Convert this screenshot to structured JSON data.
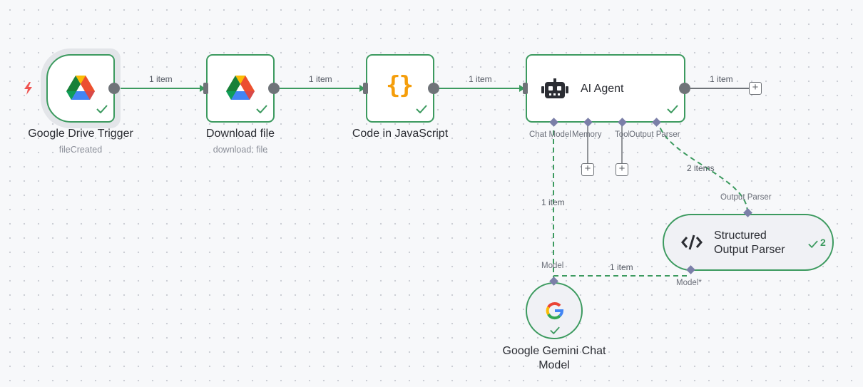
{
  "nodes": {
    "trigger": {
      "title": "Google Drive Trigger",
      "subtitle": "fileCreated",
      "icon": "google-drive-icon"
    },
    "download": {
      "title": "Download file",
      "subtitle": "download: file",
      "icon": "google-drive-icon"
    },
    "code": {
      "title": "Code in JavaScript",
      "icon": "curly-braces-icon"
    },
    "agent": {
      "title": "AI Agent",
      "icon": "robot-icon",
      "ports": {
        "chat_model": "Chat Model",
        "memory": "Memory",
        "tool": "Tool",
        "output_parser": "Output Parser"
      }
    },
    "parser": {
      "title_line1": "Structured",
      "title_line2": "Output Parser",
      "icon": "code-icon",
      "run_count": "2",
      "port_top": "Output Parser",
      "port_bottom": "Model*"
    },
    "gemini": {
      "title_line1": "Google Gemini Chat",
      "title_line2": "Model",
      "icon": "google-g-icon",
      "port_top": "Model"
    }
  },
  "edges": {
    "trigger_download": "1 item",
    "download_code": "1 item",
    "code_agent": "1 item",
    "agent_out": "1 item",
    "parser_agent": "2 items",
    "gemini_agent": "1 item",
    "gemini_parser": "1 item"
  },
  "colors": {
    "success": "#3c9a5f",
    "handle": "#6f7378",
    "sub_port": "#7b7fa8",
    "trigger_bolt": "#ef5350"
  }
}
